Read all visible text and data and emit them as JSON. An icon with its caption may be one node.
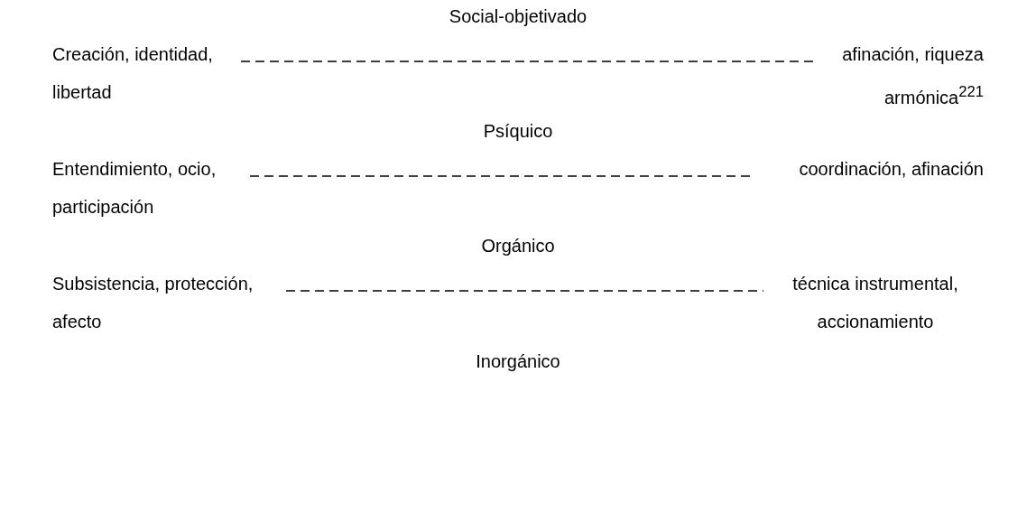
{
  "diagram": {
    "nodes": [
      {
        "text": [
          "Creación, identidad, libertad"
        ]
      },
      {
        "text": [
          "afinación, riqueza armónica$^{221}$"
        ]
      },
      {
        "text": [
          "Entendimiento, ocio, participación"
        ]
      },
      {
        "text": [
          "coordinación, afinación"
        ]
      },
      {
        "text": [
          "Subsistencia, protección, afecto"
        ]
      },
      {
        "text": [
          "técnica instrumental, accionamiento"
        ]
      }
    ],
    "edges": [
      {
        "from": 0,
        "to": 1,
        "arrow": "none",
        "style": "dashed"
      },
      {
        "from": 2,
        "to": 3,
        "arrow": "none",
        "style": "dashed"
      },
      {
        "from": 4,
        "to": 5,
        "arrow": "none",
        "style": "dashed"
      }
    ],
    "labels": [
      "Social-objetivado",
      "Psíquico",
      "Orgánico",
      "Inorgánico"
    ]
  }
}
